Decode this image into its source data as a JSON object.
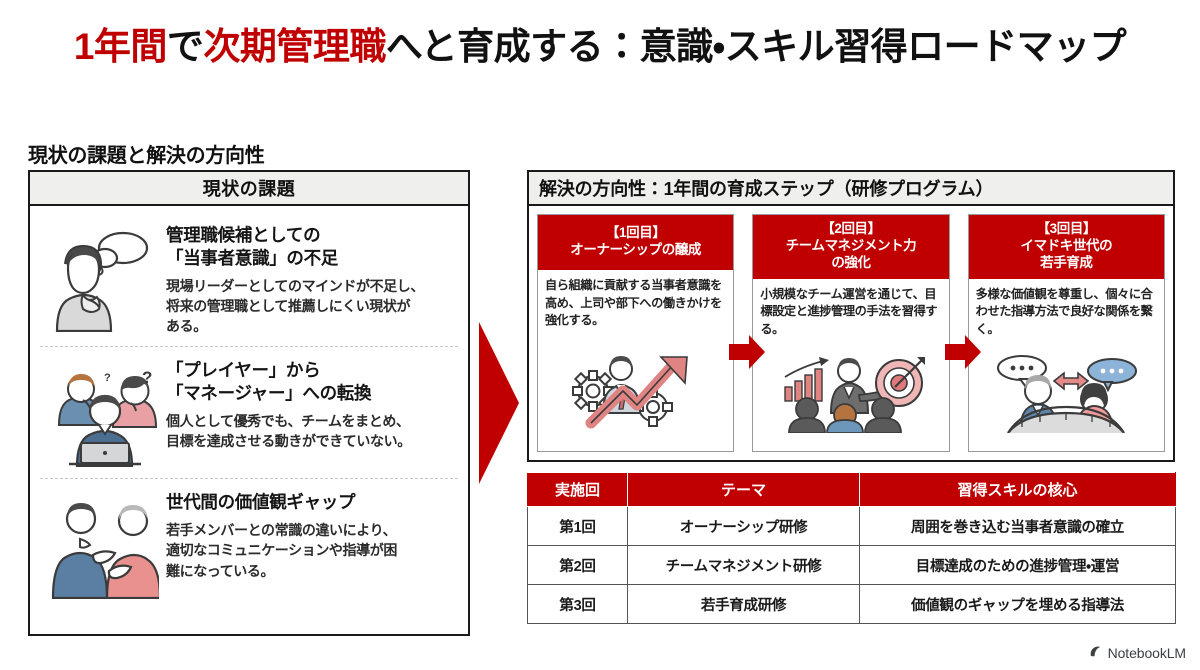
{
  "title": {
    "segment1": "1年間",
    "segment2": "で",
    "segment3": "次期管理職",
    "segment4": "へと育成する：意識・スキル習得ロードマップ"
  },
  "section_label": "現状の課題と解決の方向性",
  "colors": {
    "accent_red": "#C00000",
    "header_gray": "#efefed",
    "border_dark": "#1a1a1a"
  },
  "left_panel": {
    "header": "現状の課題",
    "issues": [
      {
        "icon": "thinking-person-icon",
        "title": "管理職候補としての\n「当事者意識」の不足",
        "desc": "現場リーダーとしてのマインドが不足し、\n将来の管理職として推薦しにくい現状が\nある。"
      },
      {
        "icon": "confused-team-icon",
        "title": "「プレイヤー」から\n「マネージャー」への転換",
        "desc": "個人として優秀でも、チームをまとめ、\n目標を達成させる動きができていない。"
      },
      {
        "icon": "generation-gap-icon",
        "title": "世代間の価値観ギャップ",
        "desc": "若手メンバーとの常識の違いにより、\n適切なコミュニケーションや指導が困\n難になっている。"
      }
    ]
  },
  "right_panel": {
    "header": "解決の方向性：1年間の育成ステップ（研修プログラム）",
    "steps": [
      {
        "head": "【1回目】\nオーナーシップの醸成",
        "desc": "自ら組織に貢献する当事者意識を高め、上司や部下への働きかけを強化する。",
        "icon": "growth-gears-icon"
      },
      {
        "head": "【2回目】\nチームマネジメント力\nの強化",
        "desc": "小規模なチーム運営を通じて、目標設定と進捗管理の手法を習得する。",
        "icon": "team-target-icon"
      },
      {
        "head": "【3回目】\nイマドキ世代の\n若手育成",
        "desc": "多様な価値観を尊重し、個々に合わせた指導方法で良好な関係を繋く。",
        "icon": "bridge-dialogue-icon"
      }
    ]
  },
  "schedule_table": {
    "columns": [
      "実施回",
      "テーマ",
      "習得スキルの核心"
    ],
    "rows": [
      [
        "第1回",
        "オーナーシップ研修",
        "周囲を巻き込む当事者意識の確立"
      ],
      [
        "第2回",
        "チームマネジメント研修",
        "目標達成のための進捗管理・運営"
      ],
      [
        "第3回",
        "若手育成研修",
        "価値観のギャップを埋める指導法"
      ]
    ]
  },
  "footer": {
    "logo_text": "NotebookLM",
    "logo_icon": "notebooklm-spark-icon"
  }
}
